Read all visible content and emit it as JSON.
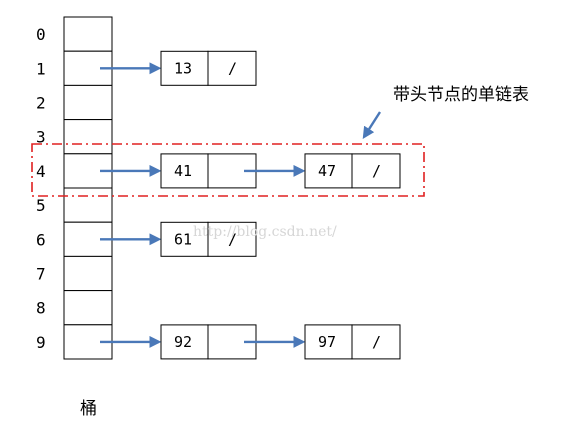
{
  "buckets": [
    "0",
    "1",
    "2",
    "3",
    "4",
    "5",
    "6",
    "7",
    "8",
    "9"
  ],
  "bucket_label": "桶",
  "annotation": "带头节点的单链表",
  "null_marker": "/",
  "watermark": "http://blog.csdn.net/",
  "lists": [
    {
      "bucket": 1,
      "nodes": [
        "13"
      ]
    },
    {
      "bucket": 4,
      "nodes": [
        "41",
        "47"
      ]
    },
    {
      "bucket": 6,
      "nodes": [
        "61"
      ]
    },
    {
      "bucket": 9,
      "nodes": [
        "92",
        "97"
      ]
    }
  ],
  "colors": {
    "arrow": "#4a78b8",
    "highlight": "#e02020"
  }
}
